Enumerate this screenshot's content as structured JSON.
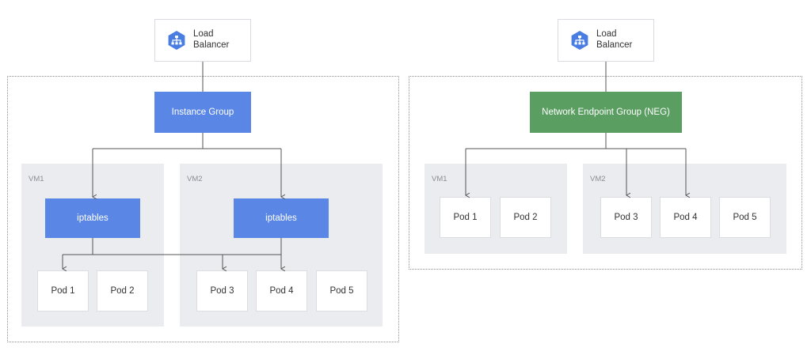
{
  "left": {
    "load_balancer": {
      "line1": "Load",
      "line2": "Balancer",
      "icon": "load-balancer-icon"
    },
    "group_label": "Instance Group",
    "vm1_label": "VM1",
    "vm2_label": "VM2",
    "iptables_1": "iptables",
    "iptables_2": "iptables",
    "pods": [
      "Pod 1",
      "Pod 2",
      "Pod 3",
      "Pod 4",
      "Pod 5"
    ]
  },
  "right": {
    "load_balancer": {
      "line1": "Load",
      "line2": "Balancer",
      "icon": "load-balancer-icon"
    },
    "group_label": "Network Endpoint Group (NEG)",
    "vm1_label": "VM1",
    "vm2_label": "VM2",
    "pods": [
      "Pod 1",
      "Pod 2",
      "Pod 3",
      "Pod 4",
      "Pod 5"
    ]
  },
  "colors": {
    "instance_group": "#5a87e5",
    "neg": "#5a9e62",
    "lb_hex": "#4a7de2"
  }
}
